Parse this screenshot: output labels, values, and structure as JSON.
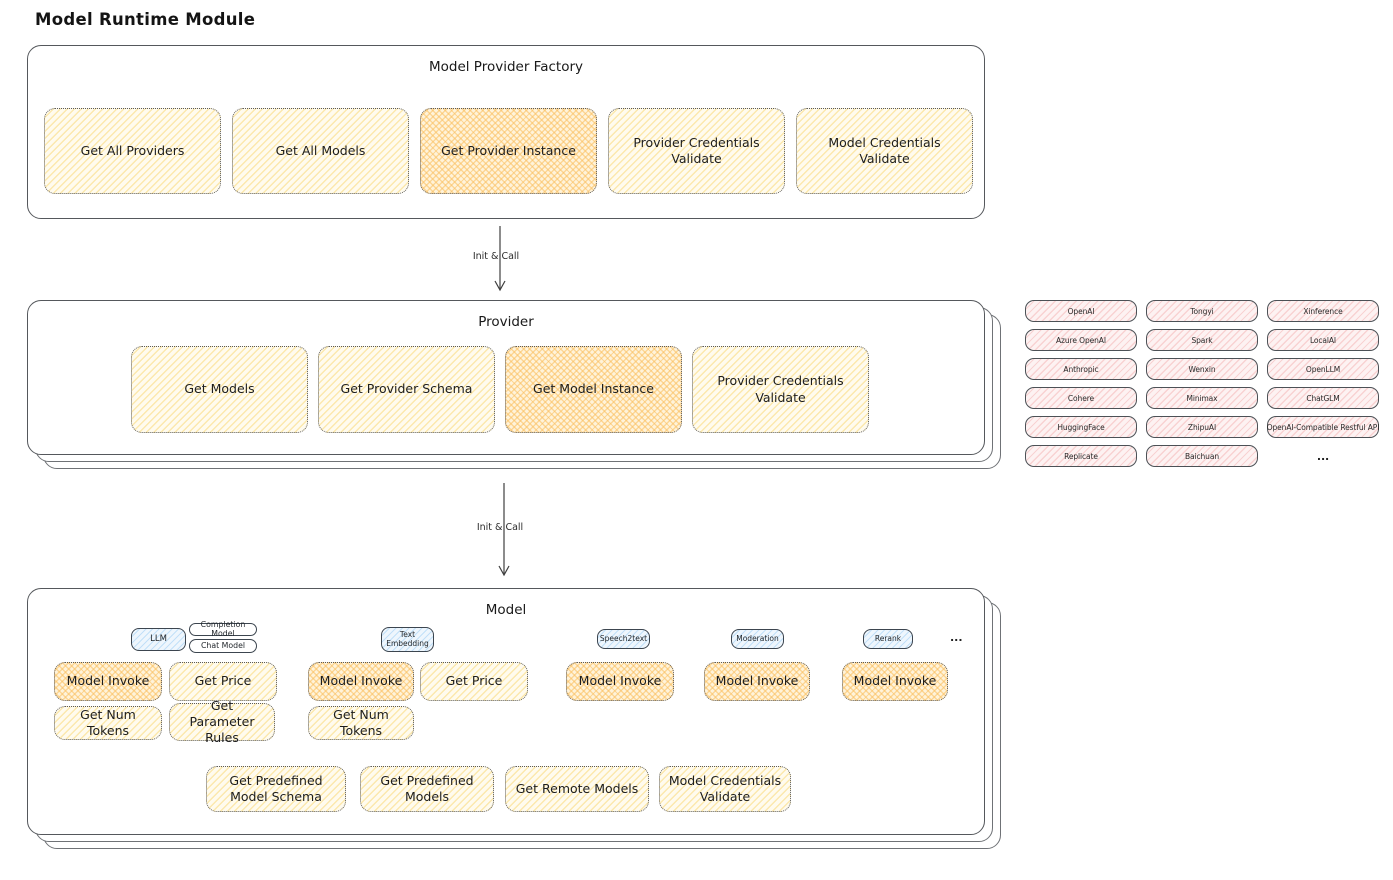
{
  "page": {
    "title": "Model Runtime Module"
  },
  "arrows": {
    "factory_to_provider": "Init & Call",
    "provider_to_model": "Init & Call"
  },
  "factory": {
    "title": "Model Provider Factory",
    "buttons": [
      {
        "label": "Get All Providers",
        "highlight": false
      },
      {
        "label": "Get All Models",
        "highlight": false
      },
      {
        "label": "Get Provider Instance",
        "highlight": true
      },
      {
        "label": "Provider Credentials Validate",
        "highlight": false
      },
      {
        "label": "Model Credentials Validate",
        "highlight": false
      }
    ]
  },
  "provider": {
    "title": "Provider",
    "buttons": [
      {
        "label": "Get Models",
        "highlight": false
      },
      {
        "label": "Get Provider Schema",
        "highlight": false
      },
      {
        "label": "Get Model Instance",
        "highlight": true
      },
      {
        "label": "Provider Credentials Validate",
        "highlight": false
      }
    ]
  },
  "provider_list": {
    "items": [
      "OpenAI",
      "Tongyi",
      "Xinference",
      "Azure OpenAI",
      "Spark",
      "LocalAI",
      "Anthropic",
      "Wenxin",
      "OpenLLM",
      "Cohere",
      "Minimax",
      "ChatGLM",
      "HuggingFace",
      "ZhipuAI",
      "OpenAI-Compatible Restful API",
      "Replicate",
      "Baichuan"
    ],
    "more": "..."
  },
  "model": {
    "title": "Model",
    "tabs": {
      "llm": "LLM",
      "completion_model": "Completion Model",
      "chat_model": "Chat Model",
      "text_embedding": "Text Embedding",
      "speech2text": "Speech2text",
      "moderation": "Moderation",
      "rerank": "Rerank",
      "more": "..."
    },
    "llm_buttons": {
      "invoke": "Model Invoke",
      "price": "Get Price",
      "tokens": "Get Num Tokens",
      "rules": "Get Parameter Rules"
    },
    "embedding_buttons": {
      "invoke": "Model Invoke",
      "price": "Get Price",
      "tokens": "Get Num Tokens"
    },
    "speech2text_buttons": {
      "invoke": "Model Invoke"
    },
    "moderation_buttons": {
      "invoke": "Model Invoke"
    },
    "rerank_buttons": {
      "invoke": "Model Invoke"
    },
    "common_buttons": {
      "predefined_schema": "Get Predefined Model Schema",
      "predefined_models": "Get Predefined Models",
      "remote_models": "Get Remote Models",
      "credentials_validate": "Model Credentials Validate"
    }
  },
  "colors": {
    "node_yellow": "#fdf2d0",
    "node_orange_highlight": "#ffdfa8",
    "tab_blue": "#d7eafa",
    "chip_pink": "#fbdddd",
    "stroke_dark": "#55585c"
  }
}
